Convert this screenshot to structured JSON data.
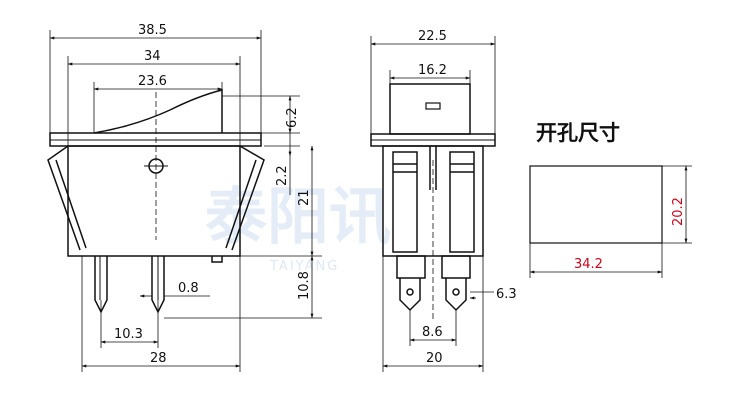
{
  "watermark": {
    "cn": "泰阳讯",
    "en": "TAIYANG"
  },
  "front_view": {
    "dims": {
      "overall_width": "38.5",
      "body_width": "34",
      "rocker_width": "23.6",
      "rocker_height": "6.2",
      "flange_to_hole": "2.2",
      "body_height": "21",
      "terminal_length": "10.8",
      "terminal_thickness": "0.8",
      "terminal_spacing": "10.3",
      "base_width": "28"
    }
  },
  "side_view": {
    "dims": {
      "overall_width": "22.5",
      "top_width": "16.2",
      "terminal_width": "6.3",
      "terminal_spacing": "8.6",
      "base_width": "20"
    }
  },
  "cutout": {
    "title": "开孔尺寸",
    "height": "20.2",
    "width": "34.2",
    "dim_color": "#d0021b"
  }
}
